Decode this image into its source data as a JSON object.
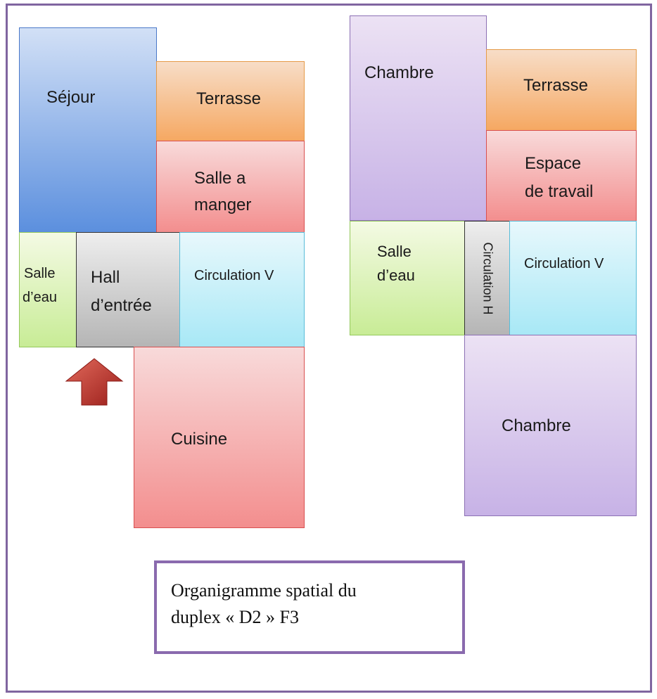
{
  "rooms": {
    "sejour": "Séjour",
    "terrasse_left": "Terrasse",
    "salle_manger": [
      "Salle a",
      "manger"
    ],
    "salle_eau_left": [
      "Salle",
      "d’eau"
    ],
    "hall": [
      "Hall",
      "d’entrée"
    ],
    "circulation_v_left": "Circulation V",
    "cuisine": "Cuisine",
    "chambre_top": "Chambre",
    "terrasse_right": "Terrasse",
    "espace_travail": [
      "Espace",
      "de travail"
    ],
    "salle_eau_right": [
      "Salle",
      "d’eau"
    ],
    "circulation_h": "Circulation H",
    "circulation_v_right": "Circulation V",
    "chambre_bottom": "Chambre"
  },
  "caption": {
    "line1": "Organigramme spatial du",
    "line2": "duplex  « D2 »  F3"
  },
  "colors": {
    "frame": "#8065a0",
    "sejour": "#5b8fde",
    "terrasse": "#f6a862",
    "pink": "#f38e8e",
    "green": "#c8ec96",
    "grey": "#b5b5b5",
    "cyan": "#a8e8f6",
    "lilac": "#c7b2e6",
    "entrance_arrow": "#c0302a"
  },
  "icons": {
    "entrance": "entrance-arrow-icon"
  }
}
